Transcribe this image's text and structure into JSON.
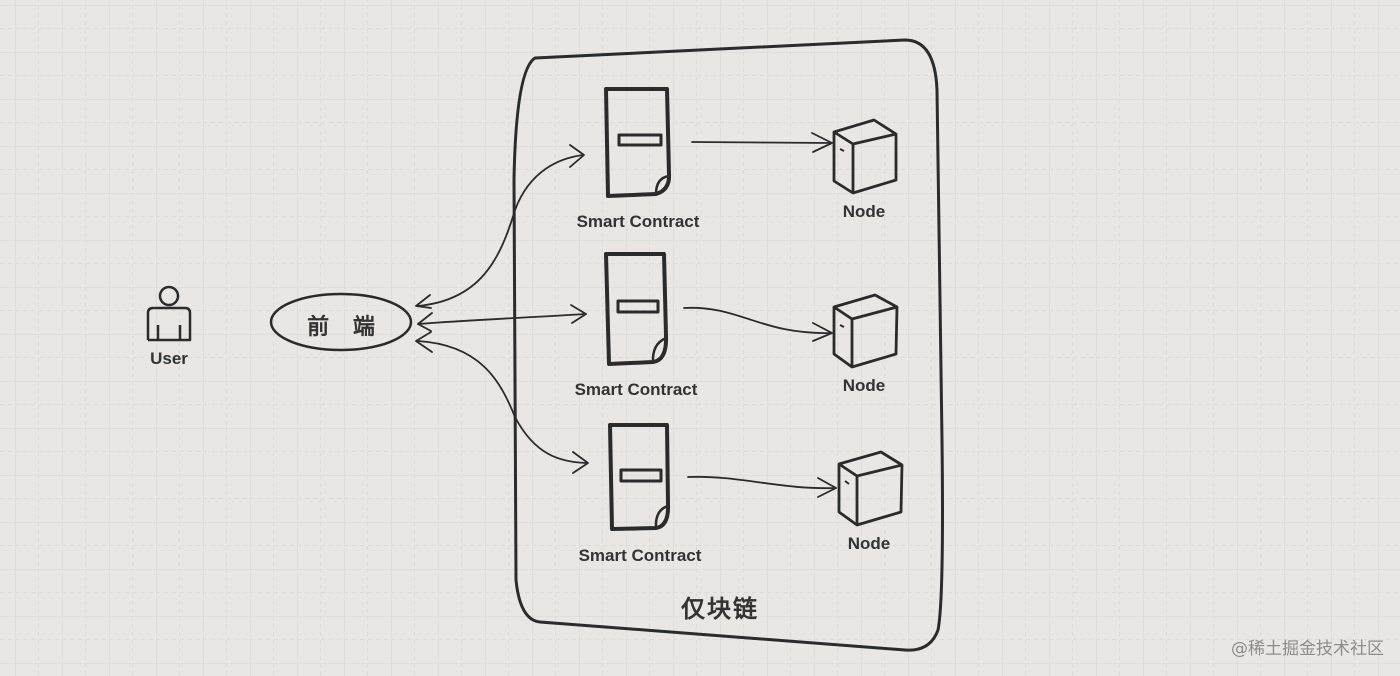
{
  "diagram": {
    "user": {
      "label": "User",
      "icon": "user-icon"
    },
    "frontend": {
      "label": "前 端"
    },
    "blockchain": {
      "label": "仅块链"
    },
    "smart_contracts": [
      {
        "label": "Smart Contract",
        "icon": "document-icon"
      },
      {
        "label": "Smart Contract",
        "icon": "document-icon"
      },
      {
        "label": "Smart Contract",
        "icon": "document-icon"
      }
    ],
    "nodes": [
      {
        "label": "Node",
        "icon": "server-cube-icon"
      },
      {
        "label": "Node",
        "icon": "server-cube-icon"
      },
      {
        "label": "Node",
        "icon": "server-cube-icon"
      }
    ],
    "edges": [
      {
        "from": "frontend",
        "to": "smart_contracts.0",
        "bidirectional": true
      },
      {
        "from": "frontend",
        "to": "smart_contracts.1",
        "bidirectional": true
      },
      {
        "from": "frontend",
        "to": "smart_contracts.2",
        "bidirectional": true
      },
      {
        "from": "smart_contracts.0",
        "to": "nodes.0",
        "bidirectional": false
      },
      {
        "from": "smart_contracts.1",
        "to": "nodes.1",
        "bidirectional": false
      },
      {
        "from": "smart_contracts.2",
        "to": "nodes.2",
        "bidirectional": false
      }
    ]
  },
  "watermark": "@稀土掘金技术社区",
  "colors": {
    "background": "#e9e6e4",
    "stroke": "#2b2b2b",
    "grid_major": "#d9d6d4",
    "grid_minor": "#dcd9d7",
    "text": "#333333",
    "watermark": "#8e8c8a"
  }
}
